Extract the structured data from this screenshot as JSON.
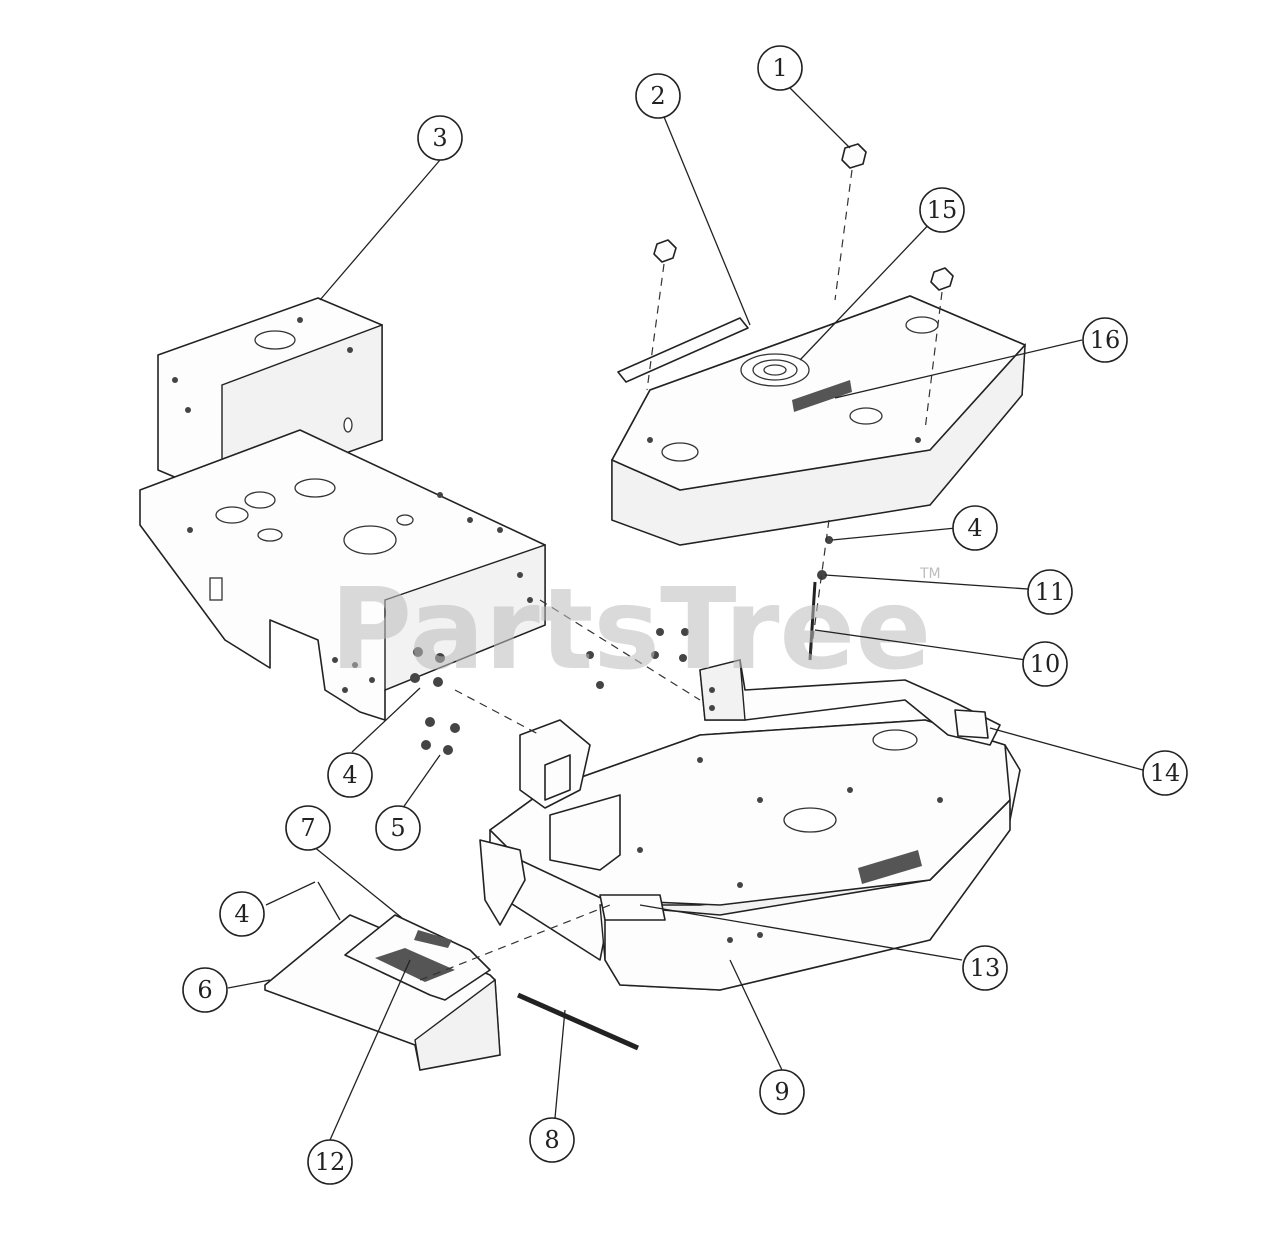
{
  "watermark": {
    "text": "PartsTree",
    "trademark": "TM"
  },
  "callouts": [
    {
      "id": "c1",
      "label": "1"
    },
    {
      "id": "c2",
      "label": "2"
    },
    {
      "id": "c3",
      "label": "3"
    },
    {
      "id": "c4a",
      "label": "4"
    },
    {
      "id": "c4b",
      "label": "4"
    },
    {
      "id": "c4c",
      "label": "4"
    },
    {
      "id": "c5",
      "label": "5"
    },
    {
      "id": "c6",
      "label": "6"
    },
    {
      "id": "c7",
      "label": "7"
    },
    {
      "id": "c8",
      "label": "8"
    },
    {
      "id": "c9",
      "label": "9"
    },
    {
      "id": "c10",
      "label": "10"
    },
    {
      "id": "c11",
      "label": "11"
    },
    {
      "id": "c12",
      "label": "12"
    },
    {
      "id": "c13",
      "label": "13"
    },
    {
      "id": "c14",
      "label": "14"
    },
    {
      "id": "c15",
      "label": "15"
    },
    {
      "id": "c16",
      "label": "16"
    }
  ]
}
